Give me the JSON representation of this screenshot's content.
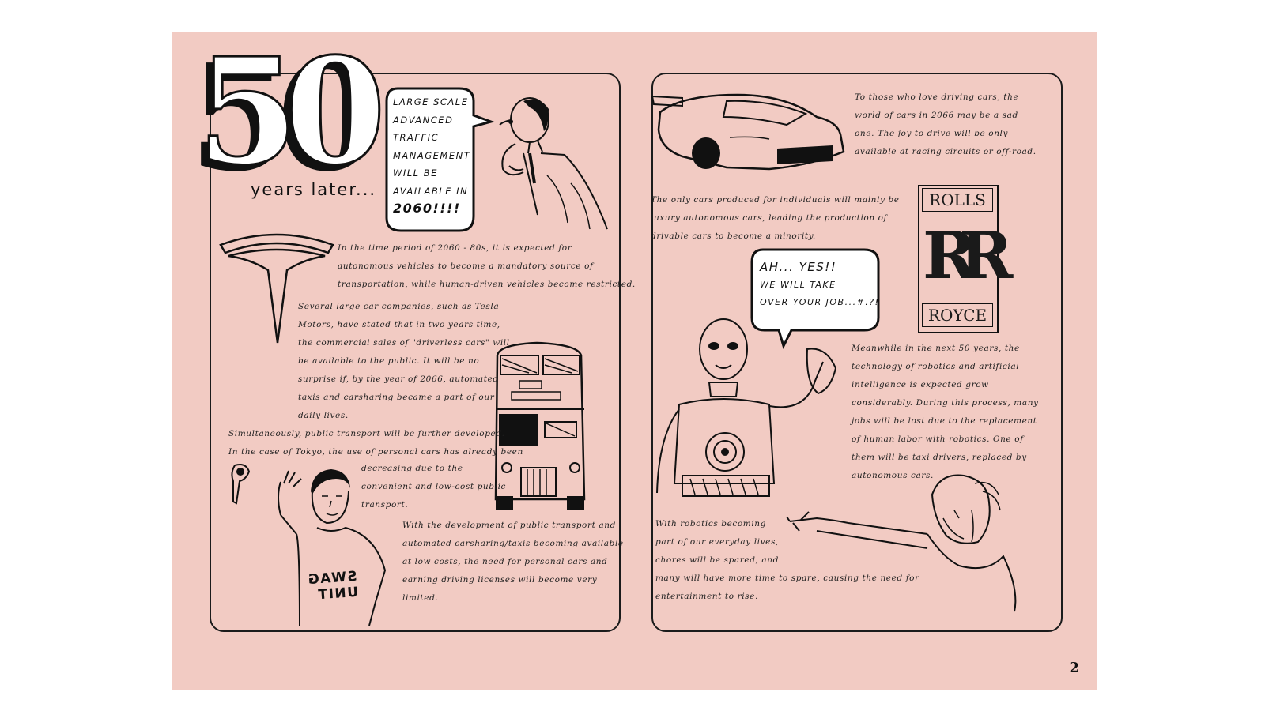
{
  "headline": {
    "number": "50",
    "subtitle": "years later..."
  },
  "left_page": {
    "bubble_lines": [
      "LARGE SCALE",
      "ADVANCED",
      "TRAFFIC",
      "MANAGEMENT",
      "WILL BE",
      "AVAILABLE IN",
      "2060!!!!"
    ],
    "para1": [
      "In the time period of 2060 - 80s, it is expected for",
      "autonomous vehicles to become a mandatory source of",
      "transportation, while human-driven vehicles become restricted."
    ],
    "para2": [
      "Several large car companies, such as Tesla",
      "Motors, have stated that in two years time,",
      "the commercial sales of \"driverless cars\" will",
      "be available to the public. It will be no",
      "surprise if, by the year of 2066, automated",
      "taxis and carsharing became a part of our",
      "daily lives."
    ],
    "para3": [
      "Simultaneously, public transport will be further developed.",
      "In the case of Tokyo, the use of personal cars has already been"
    ],
    "para3b": [
      "decreasing due to the",
      "convenient and low-cost public",
      "transport."
    ],
    "para4": [
      "With the development of public transport and",
      "automated carsharing/taxis becoming available",
      "at low costs, the need for personal cars and",
      "earning driving licenses will become very",
      "limited."
    ],
    "shirt_text": [
      "SWAG",
      "UNIT"
    ]
  },
  "right_page": {
    "para1": [
      "To those who love driving cars, the",
      "world of cars in 2066 may be a sad",
      "one. The joy to drive will be only",
      "available at racing circuits or off-road."
    ],
    "para2": [
      "The only cars produced for individuals will mainly be",
      "luxury autonomous cars, leading the production of",
      "drivable cars to become a minority."
    ],
    "bubble_line1": "AH... YES!!",
    "bubble_line2": "WE WILL TAKE",
    "bubble_line3": "OVER YOUR JOB...#.?!",
    "rr_logo": {
      "top": "ROLLS",
      "bottom": "ROYCE",
      "mono": "RR"
    },
    "para3": [
      "Meanwhile in the next 50 years, the",
      "technology of robotics and artificial",
      "intelligence is expected grow",
      "considerably. During this process, many",
      "jobs will be lost due to the replacement",
      "of human labor with robotics. One of",
      "them will be taxi drivers, replaced by",
      "autonomous cars."
    ],
    "para4": [
      "With robotics becoming",
      "part of our everyday lives,",
      "chores will be spared, and",
      "many will have more time to spare, causing the need for",
      "entertainment to rise."
    ]
  },
  "page_number": "2",
  "colors": {
    "paper": "#f2cbc3",
    "ink": "#1b1b1b",
    "background": "#ffffff"
  }
}
